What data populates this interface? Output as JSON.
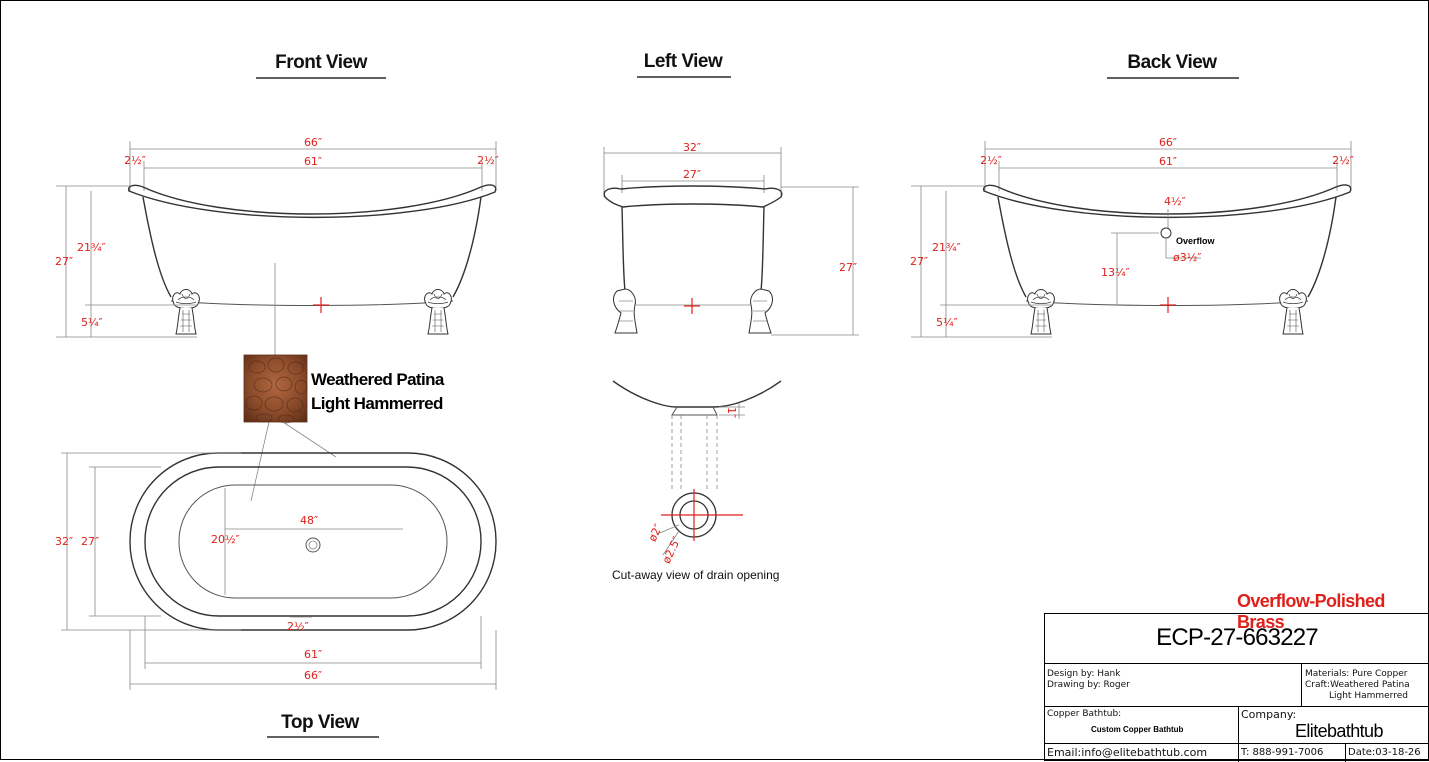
{
  "views": {
    "front": "Front View",
    "left": "Left View",
    "back": "Back View",
    "top": "Top View"
  },
  "dims": {
    "len66": "66″",
    "len61": "61″",
    "rim": "2½″",
    "h27": "27″",
    "h21": "21¾″",
    "feet": "5¼″",
    "w32": "32″",
    "w27": "27″",
    "overflow_drop": "4½″",
    "overflow_h": "13¼″",
    "overflow_dia": "ø3½″",
    "inner48": "48″",
    "inner20": "20½″",
    "drain_small": "ø2″",
    "drain_large": "ø2.5″",
    "drain_depth": "1″"
  },
  "labels": {
    "overflow": "Overflow",
    "drain_caption": "Cut-away view of drain opening",
    "finish_line1": "Weathered Patina",
    "finish_line2": "Light Hammerred"
  },
  "titleblock": {
    "overflow_note": "Overflow-Polished Brass",
    "model": "ECP-27-663227",
    "design": "Design by: Hank",
    "drawing": "Drawing by: Roger",
    "materials": "Materials: Pure Copper",
    "craft1": "Craft:Weathered Patina",
    "craft2": "Light Hammerred",
    "product_label": "Copper Bathtub:",
    "product": "Custom Copper Bathtub",
    "company_label": "Company:",
    "company": "Elitebathtub",
    "email": "Email:info@elitebathtub.com",
    "phone": "T: 888-991-7006",
    "date": "Date:03-18-26"
  },
  "colors": {
    "dimension": "#e0201a",
    "copper": "#8a4a2a"
  }
}
